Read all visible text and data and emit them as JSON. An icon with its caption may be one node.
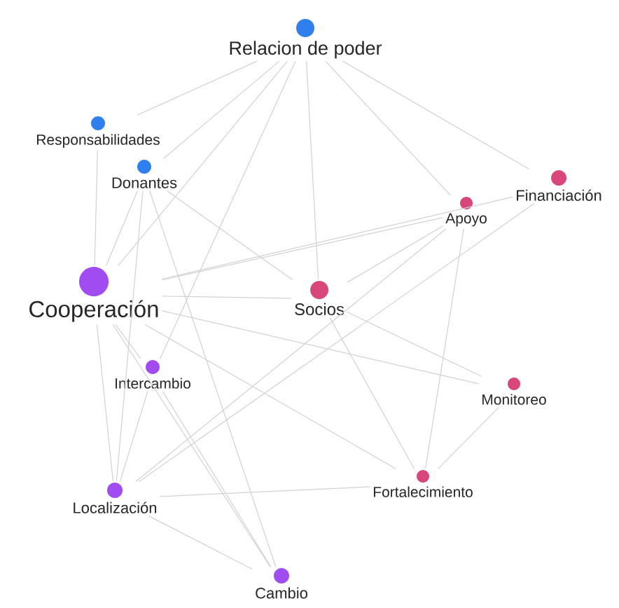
{
  "diagram": {
    "nodes": [
      {
        "text": [
          "Relacion de poder"
        ]
      },
      {
        "text": [
          "Responsabilidades"
        ]
      },
      {
        "text": [
          "Donantes"
        ]
      },
      {
        "text": [
          "Financiación"
        ]
      },
      {
        "text": [
          "Apoyo"
        ]
      },
      {
        "text": [
          "Cooperación"
        ]
      },
      {
        "text": [
          "Socios"
        ]
      },
      {
        "text": [
          "Intercambio"
        ]
      },
      {
        "text": [
          "Monitoreo"
        ]
      },
      {
        "text": [
          "Localización"
        ]
      },
      {
        "text": [
          "Fortalecimiento"
        ]
      },
      {
        "text": [
          "Cambio"
        ]
      }
    ],
    "edges": [
      {
        "from": 0,
        "to": 1,
        "arrow": "none"
      },
      {
        "from": 0,
        "to": 2,
        "arrow": "none"
      },
      {
        "from": 0,
        "to": 5,
        "arrow": "none"
      },
      {
        "from": 0,
        "to": 7,
        "arrow": "none"
      },
      {
        "from": 0,
        "to": 6,
        "arrow": "none"
      },
      {
        "from": 0,
        "to": 4,
        "arrow": "none"
      },
      {
        "from": 0,
        "to": 3,
        "arrow": "none"
      },
      {
        "from": 1,
        "to": 5,
        "arrow": "none"
      },
      {
        "from": 2,
        "to": 5,
        "arrow": "none"
      },
      {
        "from": 2,
        "to": 9,
        "arrow": "none"
      },
      {
        "from": 2,
        "to": 11,
        "arrow": "none"
      },
      {
        "from": 2,
        "to": 6,
        "arrow": "none"
      },
      {
        "from": 5,
        "to": 4,
        "arrow": "none"
      },
      {
        "from": 5,
        "to": 3,
        "arrow": "none"
      },
      {
        "from": 5,
        "to": 6,
        "arrow": "none"
      },
      {
        "from": 5,
        "to": 8,
        "arrow": "none"
      },
      {
        "from": 5,
        "to": 10,
        "arrow": "none"
      },
      {
        "from": 5,
        "to": 9,
        "arrow": "none"
      },
      {
        "from": 5,
        "to": 7,
        "arrow": "none"
      },
      {
        "from": 5,
        "to": 11,
        "arrow": "none"
      },
      {
        "from": 7,
        "to": 11,
        "arrow": "none"
      },
      {
        "from": 7,
        "to": 9,
        "arrow": "none"
      },
      {
        "from": 6,
        "to": 4,
        "arrow": "none"
      },
      {
        "from": 4,
        "to": 9,
        "arrow": "none"
      },
      {
        "from": 3,
        "to": 9,
        "arrow": "none"
      },
      {
        "from": 6,
        "to": 8,
        "arrow": "none"
      },
      {
        "from": 6,
        "to": 10,
        "arrow": "none"
      },
      {
        "from": 4,
        "to": 10,
        "arrow": "none"
      },
      {
        "from": 8,
        "to": 10,
        "arrow": "none"
      },
      {
        "from": 9,
        "to": 10,
        "arrow": "none"
      },
      {
        "from": 9,
        "to": 11,
        "arrow": "none"
      }
    ]
  }
}
